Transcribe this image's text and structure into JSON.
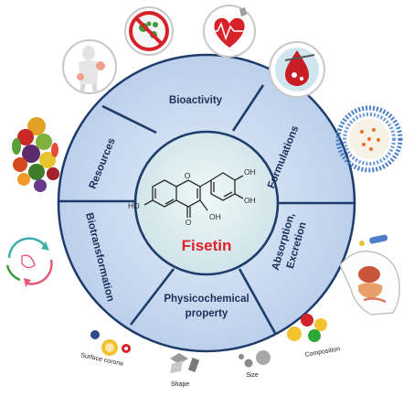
{
  "center": {
    "compound_name": "Fisetin",
    "substituents": {
      "ho_left": "HO",
      "oh_top_right_1": "OH",
      "oh_top_right_2": "OH",
      "oh_lower": "OH",
      "carbonyl_o": "O",
      "ring_o": "O"
    }
  },
  "segments": {
    "bioactivity": "Bioactivity",
    "formulations": "Formulations",
    "absorption_line1": "Absorption,",
    "absorption_line2": "Excretion",
    "physicochemical_line1": "Physicochemical",
    "physicochemical_line2": "property",
    "biotransformation": "Biotransformation",
    "resources": "Resources"
  },
  "property_labels": {
    "surface_corona": "Surface corona",
    "shape": "Shape",
    "size": "Size",
    "composition": "Composition"
  },
  "icons": [
    "joint-pain-icon",
    "antimicrobial-icon",
    "heart-rate-icon",
    "diabetes-drop-icon",
    "fruits-vegetables-icon",
    "liposome-icon",
    "metabolic-cycle-icon",
    "digestive-system-icon"
  ],
  "colors": {
    "ring_fill": "#c7d7ee",
    "ring_border": "#1d3c6b",
    "segment_text": "#1a2f5a",
    "center_fill": "#dbecef",
    "compound_name": "#e0202a",
    "structure": "#2a2a2a"
  }
}
